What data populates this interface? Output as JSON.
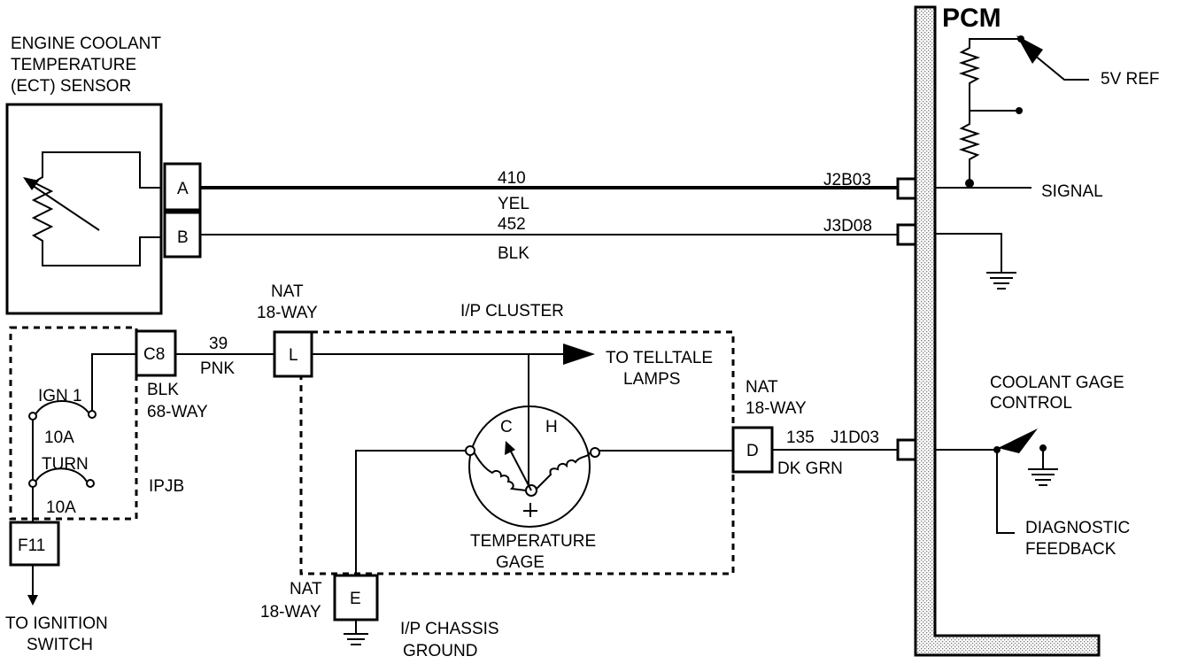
{
  "pcm": {
    "title": "PCM",
    "ref_label": "5V REF",
    "signal_label": "SIGNAL",
    "pin_signal": "J2B03",
    "pin_ground": "J3D08",
    "pin_gage": "J1D03"
  },
  "sensor": {
    "label_line1": "ENGINE COOLANT",
    "label_line2": "TEMPERATURE",
    "label_line3": "(ECT) SENSOR",
    "pin_a": "A",
    "pin_b": "B"
  },
  "wires": {
    "signal": {
      "circuit": "410",
      "color": "YEL"
    },
    "ground": {
      "circuit": "452",
      "color": "BLK"
    },
    "pnk": {
      "circuit": "39",
      "color": "PNK"
    },
    "gage": {
      "circuit": "135",
      "color": "DK GRN"
    }
  },
  "connectors": {
    "c8": {
      "pin": "C8",
      "line1": "BLK",
      "line2": "68-WAY"
    },
    "l": {
      "pin": "L",
      "line1": "NAT",
      "line2": "18-WAY"
    },
    "d": {
      "pin": "D",
      "line1": "NAT",
      "line2": "18-WAY"
    },
    "e": {
      "pin": "E",
      "line1": "NAT",
      "line2": "18-WAY"
    },
    "f11": {
      "pin": "F11"
    }
  },
  "cluster": {
    "title": "I/P CLUSTER",
    "telltale_line1": "TO TELLTALE",
    "telltale_line2": "LAMPS",
    "gage_line1": "TEMPERATURE",
    "gage_line2": "GAGE",
    "cold": "C",
    "hot": "H"
  },
  "ipjb": {
    "label": "IPJB",
    "fuse1_name": "IGN 1",
    "fuse1_rating": "10A",
    "fuse2_name": "TURN",
    "fuse2_rating": "10A"
  },
  "ignition": {
    "line1": "TO IGNITION",
    "line2": "SWITCH"
  },
  "chassis": {
    "line1": "I/P CHASSIS",
    "line2": "GROUND"
  },
  "coolant_control": {
    "line1": "COOLANT GAGE",
    "line2": "CONTROL"
  },
  "diagnostic": {
    "line1": "DIAGNOSTIC",
    "line2": "FEEDBACK"
  }
}
